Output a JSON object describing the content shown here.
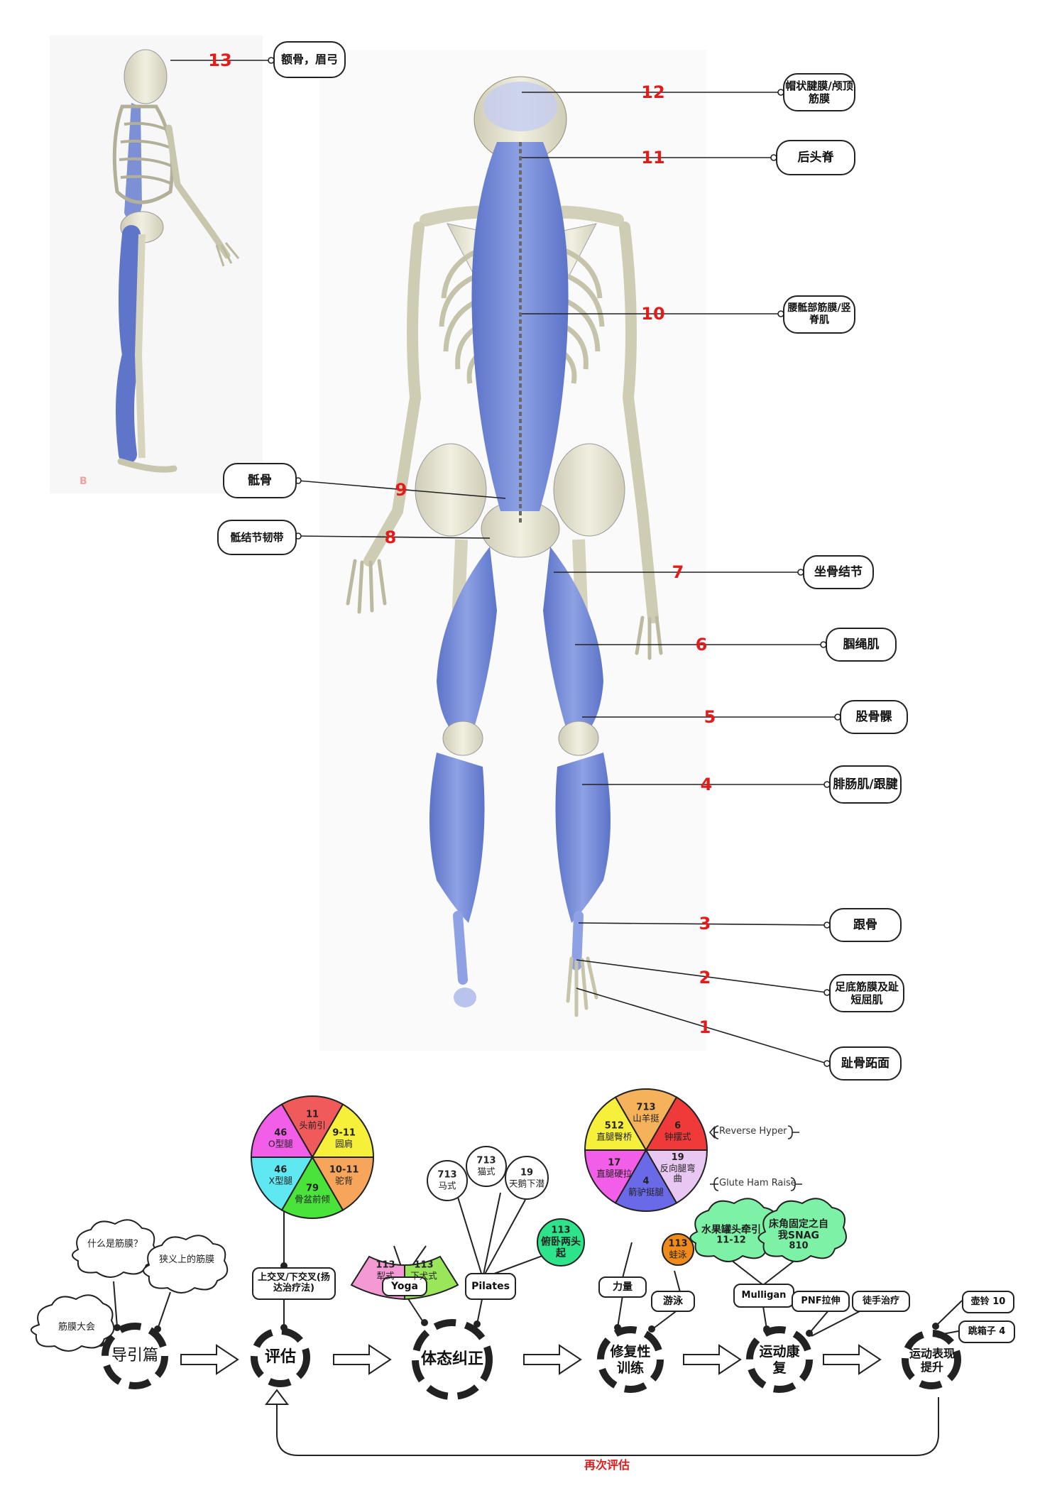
{
  "anatomy": {
    "figure_letter": "B",
    "callouts": [
      {
        "num": "13",
        "label": "额骨，眉弓"
      },
      {
        "num": "12",
        "label": "帽状腱膜/颅顶筋膜"
      },
      {
        "num": "11",
        "label": "后头脊"
      },
      {
        "num": "10",
        "label": "腰骶部筋膜/竖脊肌"
      },
      {
        "num": "9",
        "label": "骶骨"
      },
      {
        "num": "8",
        "label": "骶结节韧带"
      },
      {
        "num": "7",
        "label": "坐骨结节"
      },
      {
        "num": "6",
        "label": "腘绳肌"
      },
      {
        "num": "5",
        "label": "股骨髁"
      },
      {
        "num": "4",
        "label": "腓肠肌/跟腱"
      },
      {
        "num": "3",
        "label": "跟骨"
      },
      {
        "num": "2",
        "label": "足底筋膜及趾短屈肌"
      },
      {
        "num": "1",
        "label": "趾骨跖面"
      }
    ]
  },
  "flow": {
    "steps": [
      {
        "label": "导引篇"
      },
      {
        "label": "评估"
      },
      {
        "label": "体态纠正"
      },
      {
        "label": "修复性训练"
      },
      {
        "label": "运动康复"
      },
      {
        "label": "运动表现提升"
      }
    ],
    "loop_label": "再次评估",
    "intro_clouds": [
      "什么是筋膜？",
      "狭义上的筋膜",
      "筋膜大会"
    ],
    "assessment": {
      "method": "上交叉/下交叉(扬达治疗法)",
      "wheel": [
        {
          "num": "11",
          "label": "头前引",
          "color": "#f05a5a"
        },
        {
          "num": "9-11",
          "label": "圆肩",
          "color": "#f7f03a"
        },
        {
          "num": "10-11",
          "label": "驼背",
          "color": "#f7a55a"
        },
        {
          "num": "79",
          "label": "骨盆前倾",
          "color": "#49e33a"
        },
        {
          "num": "46",
          "label": "X型腿",
          "color": "#5fe7f2"
        },
        {
          "num": "46",
          "label": "O型腿",
          "color": "#f35ee8"
        }
      ]
    },
    "posture": {
      "yoga": {
        "label": "Yoga",
        "items": [
          {
            "num": "113",
            "label": "犁式",
            "color": "#f39ad4"
          },
          {
            "num": "113",
            "label": "下犬式",
            "color": "#9ae65a"
          }
        ]
      },
      "pilates": {
        "label": "Pilates",
        "items": [
          {
            "num": "713",
            "label": "马式"
          },
          {
            "num": "713",
            "label": "猫式"
          },
          {
            "num": "19",
            "label": "天鹅下潜"
          },
          {
            "num": "113",
            "label": "俯卧两头起",
            "color": "#2ee48a"
          }
        ]
      }
    },
    "corrective": {
      "strength": "力量",
      "swim": "游泳",
      "swim_item": {
        "num": "113",
        "label": "蛙泳",
        "color": "#f08a1a"
      },
      "wheel": [
        {
          "num": "713",
          "label": "山羊挺",
          "color": "#f5b25a"
        },
        {
          "num": "6",
          "label": "钟摆式",
          "color": "#f03a3a"
        },
        {
          "num": "19",
          "label": "反向腿弯曲",
          "color": "#e8c8f2"
        },
        {
          "num": "4",
          "label": "箭驴挺腿",
          "color": "#6a6ae8"
        },
        {
          "num": "17",
          "label": "直腿硬拉",
          "color": "#f35ee8"
        },
        {
          "num": "512",
          "label": "直腿臀桥",
          "color": "#f7f03a"
        }
      ],
      "brackets": [
        "Reverse Hyper",
        "Glute Ham Raise"
      ]
    },
    "rehab": {
      "mulligan": "Mulligan",
      "pnf": "PNF拉伸",
      "manual": "徒手治疗",
      "clouds": [
        {
          "label": "水果罐头牵引",
          "num": "11-12"
        },
        {
          "label": "床角固定之自我SNAG",
          "num": "810"
        }
      ]
    },
    "performance": [
      {
        "label": "壶铃",
        "num": "10"
      },
      {
        "label": "跳箱子",
        "num": "4"
      }
    ]
  }
}
